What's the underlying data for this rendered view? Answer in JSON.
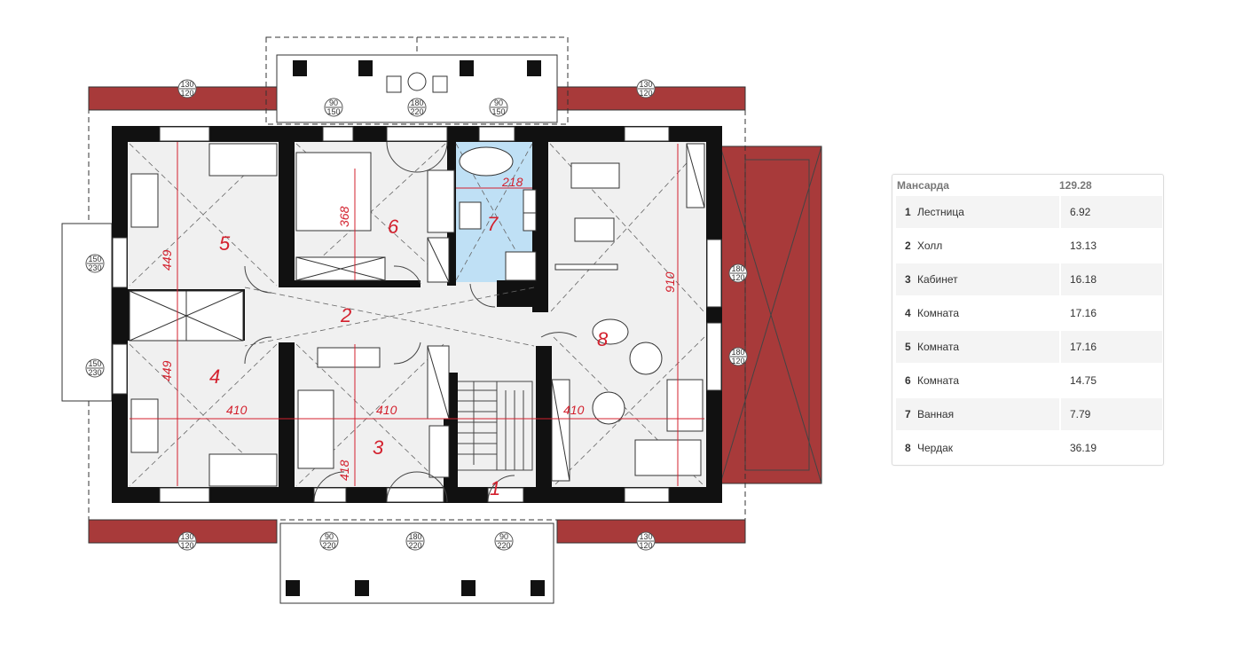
{
  "plan": {
    "rooms": [
      {
        "id": "1"
      },
      {
        "id": "2"
      },
      {
        "id": "3"
      },
      {
        "id": "4"
      },
      {
        "id": "5"
      },
      {
        "id": "6"
      },
      {
        "id": "7"
      },
      {
        "id": "8"
      }
    ],
    "dimensions": {
      "d449a": "449",
      "d449b": "449",
      "d368": "368",
      "d218": "218",
      "d910": "910",
      "d410a": "410",
      "d410b": "410",
      "d410c": "410",
      "d418": "418"
    },
    "window_labels": {
      "w_top_left": {
        "top": "130",
        "bottom": "120"
      },
      "w_top_right": {
        "top": "130",
        "bottom": "120"
      },
      "w_top_mid1": {
        "top": "90",
        "bottom": "150"
      },
      "w_top_mid2": {
        "top": "180",
        "bottom": "220"
      },
      "w_top_mid3": {
        "top": "90",
        "bottom": "150"
      },
      "w_left1": {
        "top": "150",
        "bottom": "230"
      },
      "w_left2": {
        "top": "150",
        "bottom": "230"
      },
      "w_right1": {
        "top": "180",
        "bottom": "120"
      },
      "w_right2": {
        "top": "180",
        "bottom": "120"
      },
      "w_bot_left": {
        "top": "130",
        "bottom": "120"
      },
      "w_bot_right": {
        "top": "130",
        "bottom": "120"
      },
      "w_bot_mid1": {
        "top": "90",
        "bottom": "220"
      },
      "w_bot_mid2": {
        "top": "180",
        "bottom": "220"
      },
      "w_bot_mid3": {
        "top": "90",
        "bottom": "220"
      }
    }
  },
  "area_table": {
    "title": "Мансарда",
    "total": "129.28",
    "rows": [
      {
        "num": "1",
        "name": "Лестница",
        "area": "6.92"
      },
      {
        "num": "2",
        "name": "Холл",
        "area": "13.13"
      },
      {
        "num": "3",
        "name": "Кабинет",
        "area": "16.18"
      },
      {
        "num": "4",
        "name": "Комната",
        "area": "17.16"
      },
      {
        "num": "5",
        "name": "Комната",
        "area": "17.16"
      },
      {
        "num": "6",
        "name": "Комната",
        "area": "14.75"
      },
      {
        "num": "7",
        "name": "Ванная",
        "area": "7.79"
      },
      {
        "num": "8",
        "name": "Чердак",
        "area": "36.19"
      }
    ]
  },
  "colors": {
    "roof": "#a83a3a",
    "bathroom": "#bfe0f5",
    "label_red": "#d3212e",
    "wall": "#111111"
  }
}
